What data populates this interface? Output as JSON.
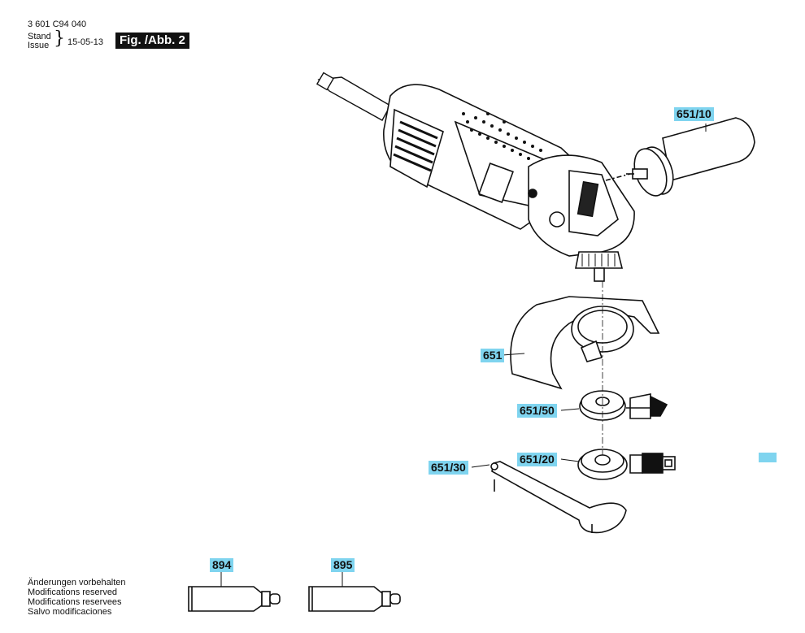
{
  "header": {
    "doc_number": "3 601 C94 040",
    "stand_label": "Stand",
    "issue_label": "Issue",
    "date": "15-05-13",
    "figure_label": "Fig. /Abb. 2"
  },
  "callouts": {
    "auxiliary_handle": "651/10",
    "guard": "651",
    "clamping_nut": "651/50",
    "mounting_flange": "651/20",
    "spanner": "651/30",
    "grease_894": "894",
    "grease_895": "895"
  },
  "notes": [
    "Änderungen vorbehalten",
    "Modifications reserved",
    "Modifications reservees",
    "Salvo modificaciones"
  ],
  "colors": {
    "callout_bg": "#7fd4ef",
    "figure_label_bg": "#111111"
  }
}
